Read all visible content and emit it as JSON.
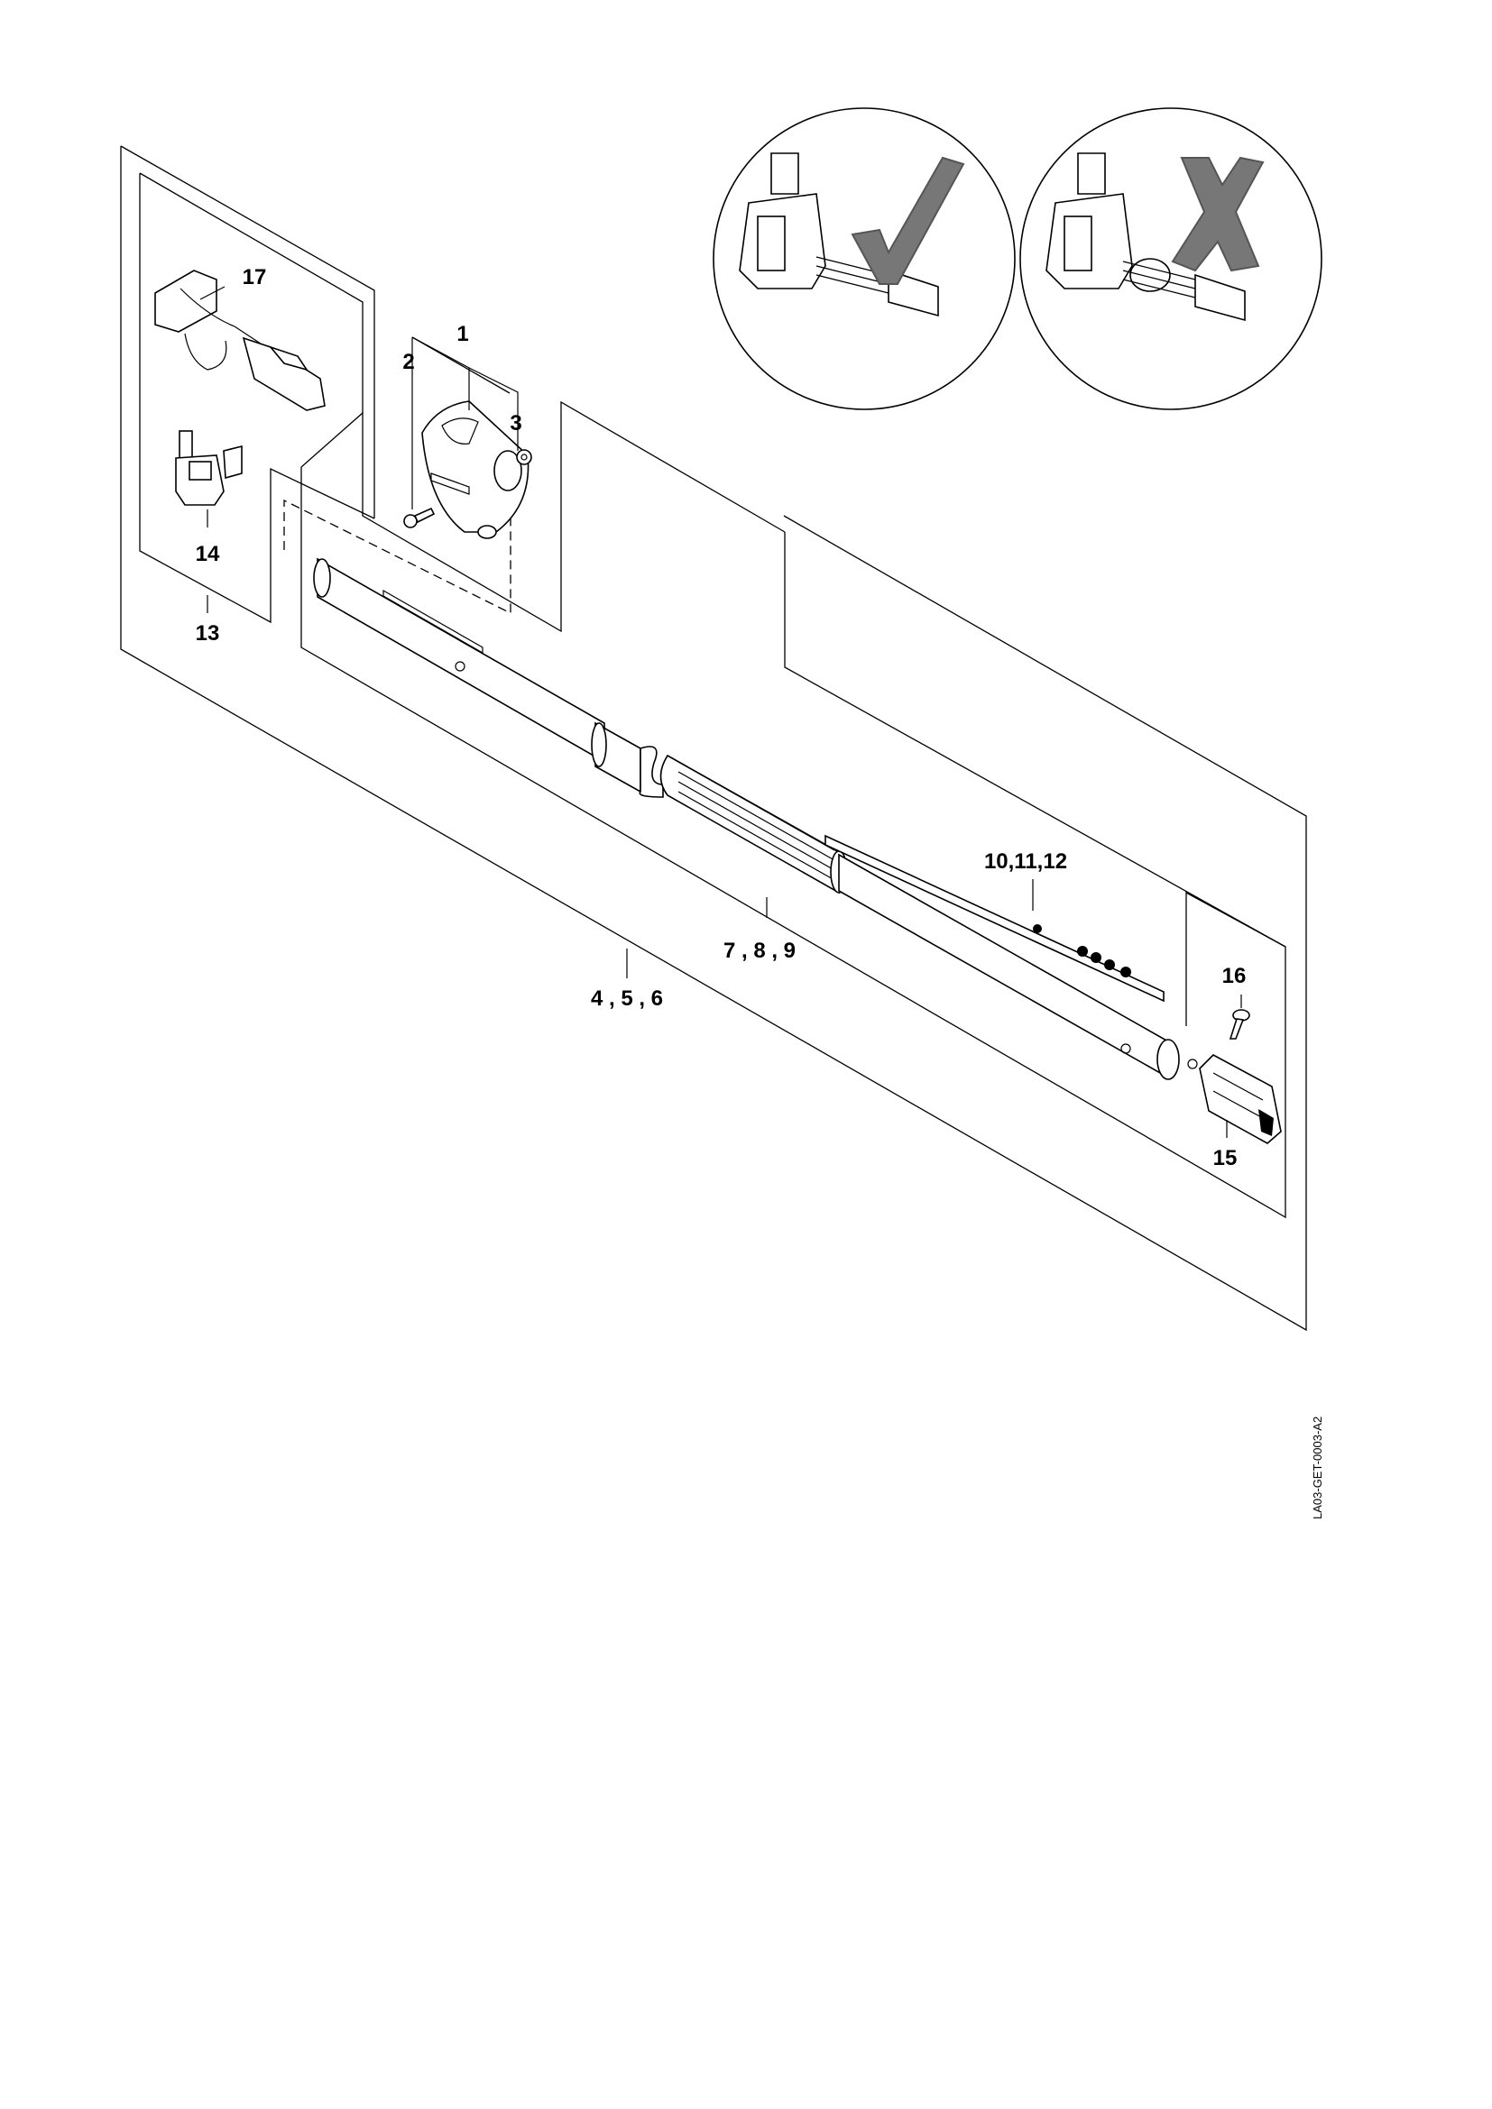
{
  "labels": {
    "p1": "1",
    "p2": "2",
    "p3": "3",
    "p456": "4 , 5 , 6",
    "p789": "7 , 8 , 9",
    "p101112": "10,11,12",
    "p13": "13",
    "p14": "14",
    "p15": "15",
    "p16": "16",
    "p17": "17"
  },
  "reference": "LA03-GET-0003-A2",
  "inset": {
    "correct_mark": "check-mark-icon",
    "wrong_mark": "cross-mark-icon"
  }
}
